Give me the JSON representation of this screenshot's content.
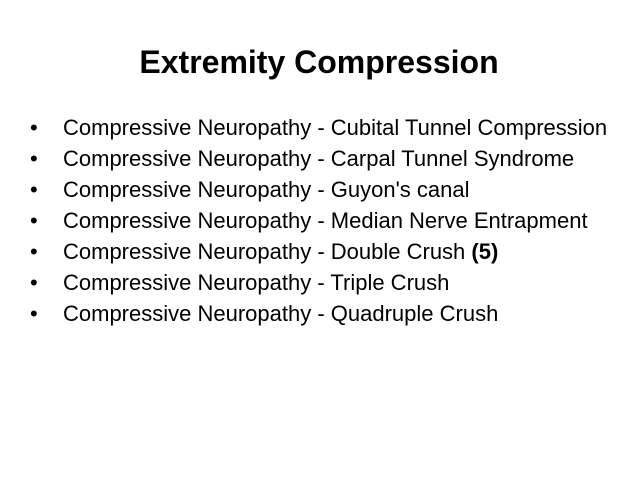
{
  "slide": {
    "title": "Extremity Compression",
    "bullet_glyph": "•",
    "bullets": [
      {
        "text": "Compressive Neuropathy - Cubital Tunnel Compression",
        "suffix": ""
      },
      {
        "text": "Compressive Neuropathy - Carpal Tunnel Syndrome",
        "suffix": ""
      },
      {
        "text": "Compressive Neuropathy - Guyon's canal",
        "suffix": ""
      },
      {
        "text": "Compressive Neuropathy - Median Nerve Entrapment",
        "suffix": ""
      },
      {
        "text": "Compressive Neuropathy - Double Crush ",
        "suffix": "(5)"
      },
      {
        "text": "Compressive Neuropathy - Triple Crush",
        "suffix": ""
      },
      {
        "text": "Compressive Neuropathy - Quadruple Crush",
        "suffix": ""
      }
    ]
  }
}
